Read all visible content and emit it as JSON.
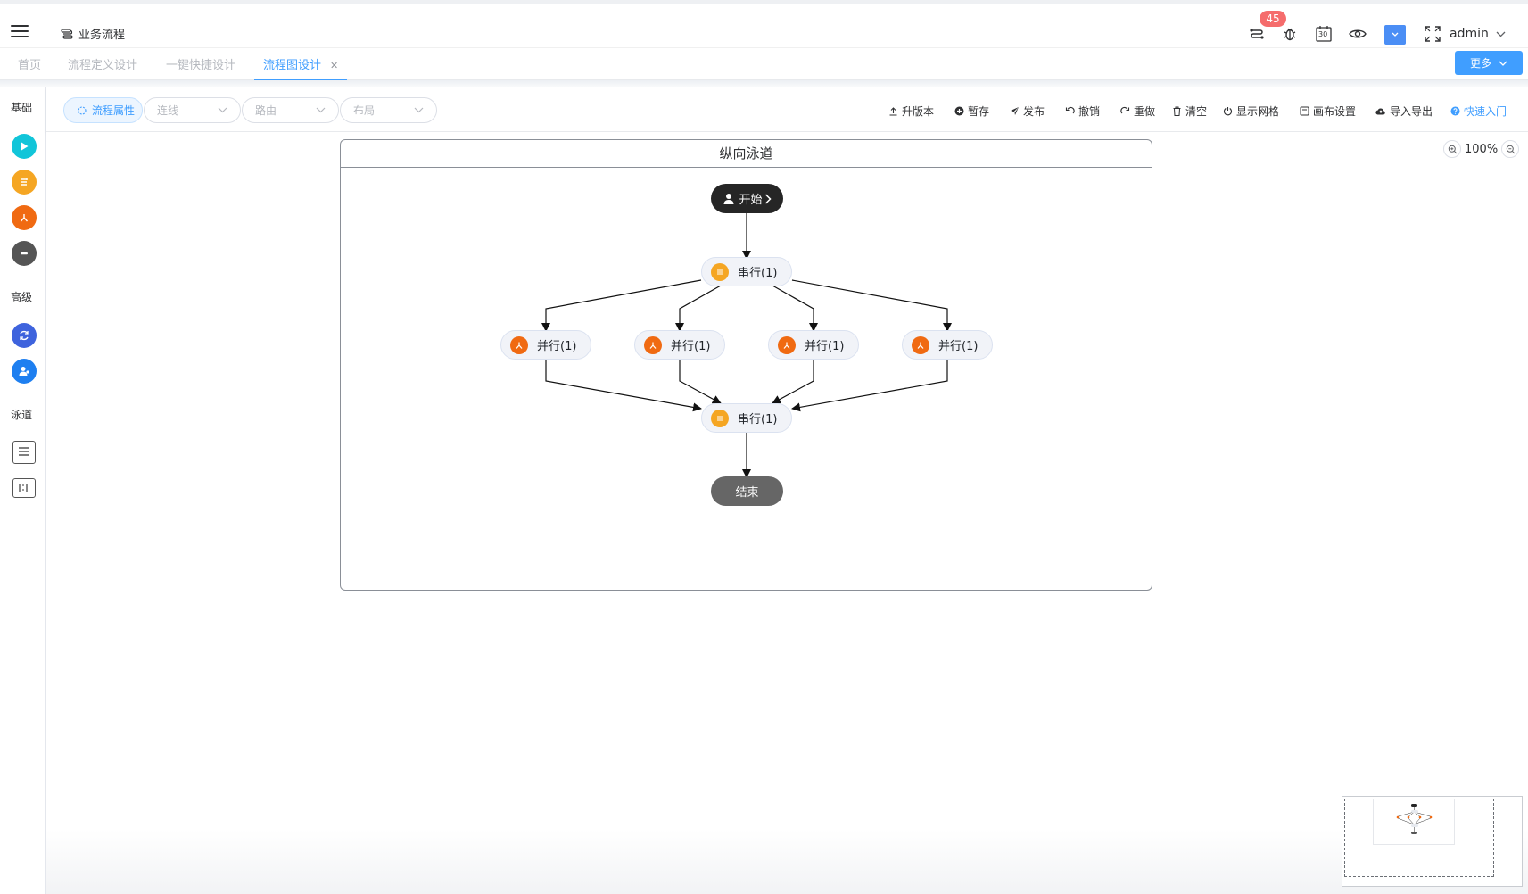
{
  "header": {
    "breadcrumb": "业务流程",
    "notification_count": "45",
    "calendar_day": "30",
    "user": "admin"
  },
  "tabs": [
    {
      "label": "首页",
      "active": false
    },
    {
      "label": "流程定义设计",
      "active": false
    },
    {
      "label": "一键快捷设计",
      "active": false
    },
    {
      "label": "流程图设计",
      "active": true
    }
  ],
  "more_button": "更多",
  "toolbox": {
    "groups": [
      "基础",
      "高级",
      "泳道"
    ]
  },
  "toolbar": {
    "segments": [
      "流程属性",
      "连线",
      "路由",
      "布局"
    ],
    "actions": [
      "升版本",
      "暂存",
      "发布",
      "撤销",
      "重做",
      "清空",
      "显示网格",
      "画布设置",
      "导入导出",
      "快速入门"
    ]
  },
  "zoom": "100%",
  "lane": {
    "title": "纵向泳道"
  },
  "nodes": {
    "start": "开始",
    "serial_top": "串行(1)",
    "parallel": [
      "并行(1)",
      "并行(1)",
      "并行(1)",
      "并行(1)"
    ],
    "serial_bottom": "串行(1)",
    "end": "结束"
  },
  "colors": {
    "accent": "#409eff",
    "serial": "#f5a623",
    "parallel": "#f06a12",
    "node_dark": "#262626",
    "node_end": "#666666",
    "badge": "#f56c6c"
  }
}
